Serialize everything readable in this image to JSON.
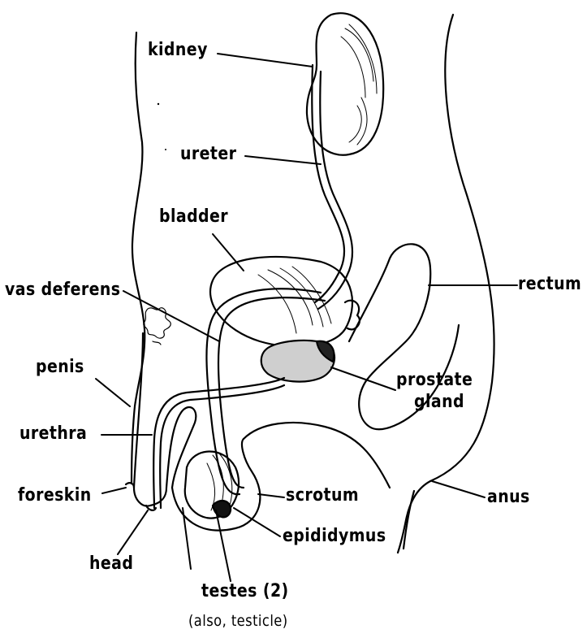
{
  "labels": {
    "kidney": "kidney",
    "ureter": "ureter",
    "bladder": "bladder",
    "vas_deferens": "vas deferens",
    "rectum": "rectum",
    "penis": "penis",
    "prostate_line1": "prostate",
    "prostate_line2": "gland",
    "urethra": "urethra",
    "foreskin": "foreskin",
    "scrotum": "scrotum",
    "anus": "anus",
    "epididymus": "epididymus",
    "head": "head",
    "testes": "testes (2)",
    "testes_note": "(also, testicle)"
  }
}
